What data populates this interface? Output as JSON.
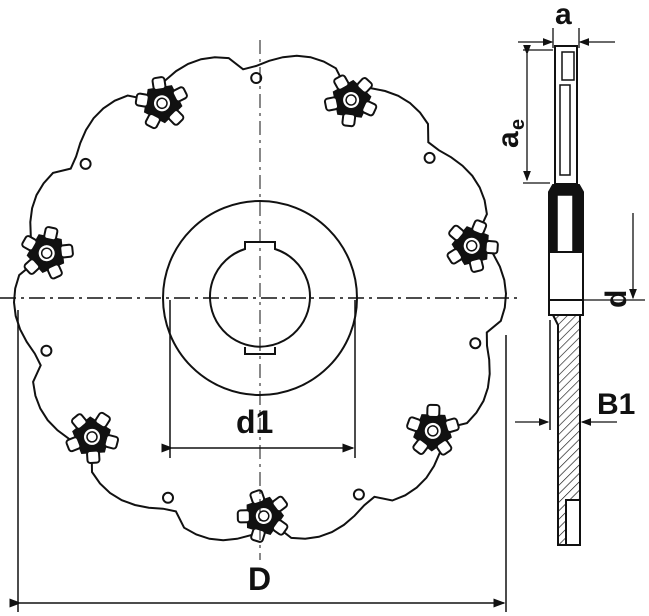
{
  "drawing": {
    "insert_count": 7,
    "hole_count": 7,
    "line_color": "#111111",
    "labels": {
      "a": "a",
      "ae_main": "a",
      "ae_sub": "e",
      "d": "d",
      "d1": "d1",
      "D": "D",
      "B1": "B1"
    }
  }
}
